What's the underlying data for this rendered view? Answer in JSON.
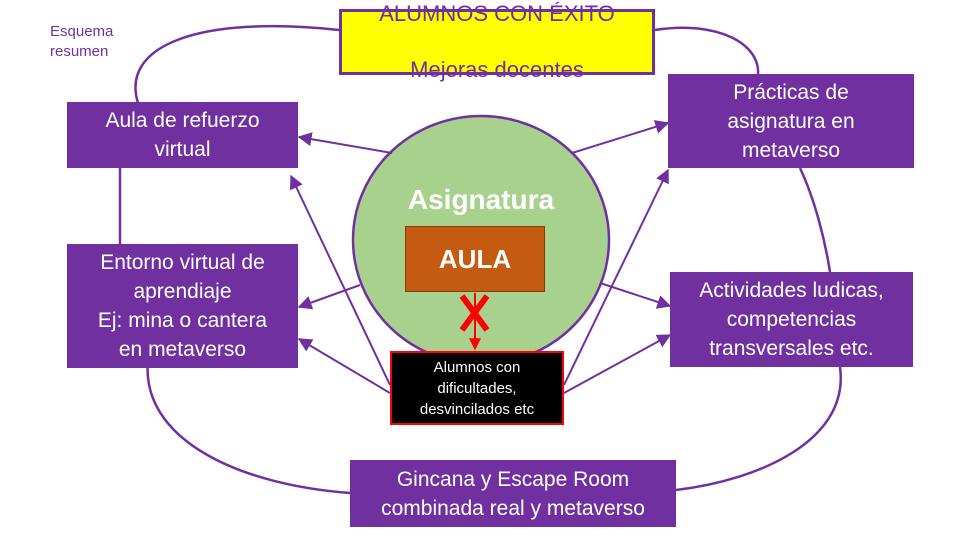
{
  "corner_label": "Esquema\nresumen",
  "top_box": {
    "line1": "ALUMNOS CON ÉXITO",
    "line2": "Mejoras docentes"
  },
  "center": {
    "title": "Asignatura",
    "core_label": "AULA"
  },
  "bottom_center": "Alumnos con\ndificultades,\ndesvincilados etc",
  "left_boxes": [
    "Aula de refuerzo\nvirtual",
    "Entorno virtual de\naprendiaje\nEj: mina o cantera\nen metaverso"
  ],
  "right_boxes": [
    "Prácticas de\nasignatura en\nmetaverso",
    "Actividades ludicas,\ncompetencias\ntransversales  etc."
  ],
  "bottom_box": "Gincana y Escape Room\ncombinada real y metaverso",
  "colors": {
    "purple": "#7030a0",
    "yellow": "#ffff00",
    "circle_green": "#a9d18e",
    "aula_orange": "#c55a11",
    "red": "#ff0000"
  }
}
